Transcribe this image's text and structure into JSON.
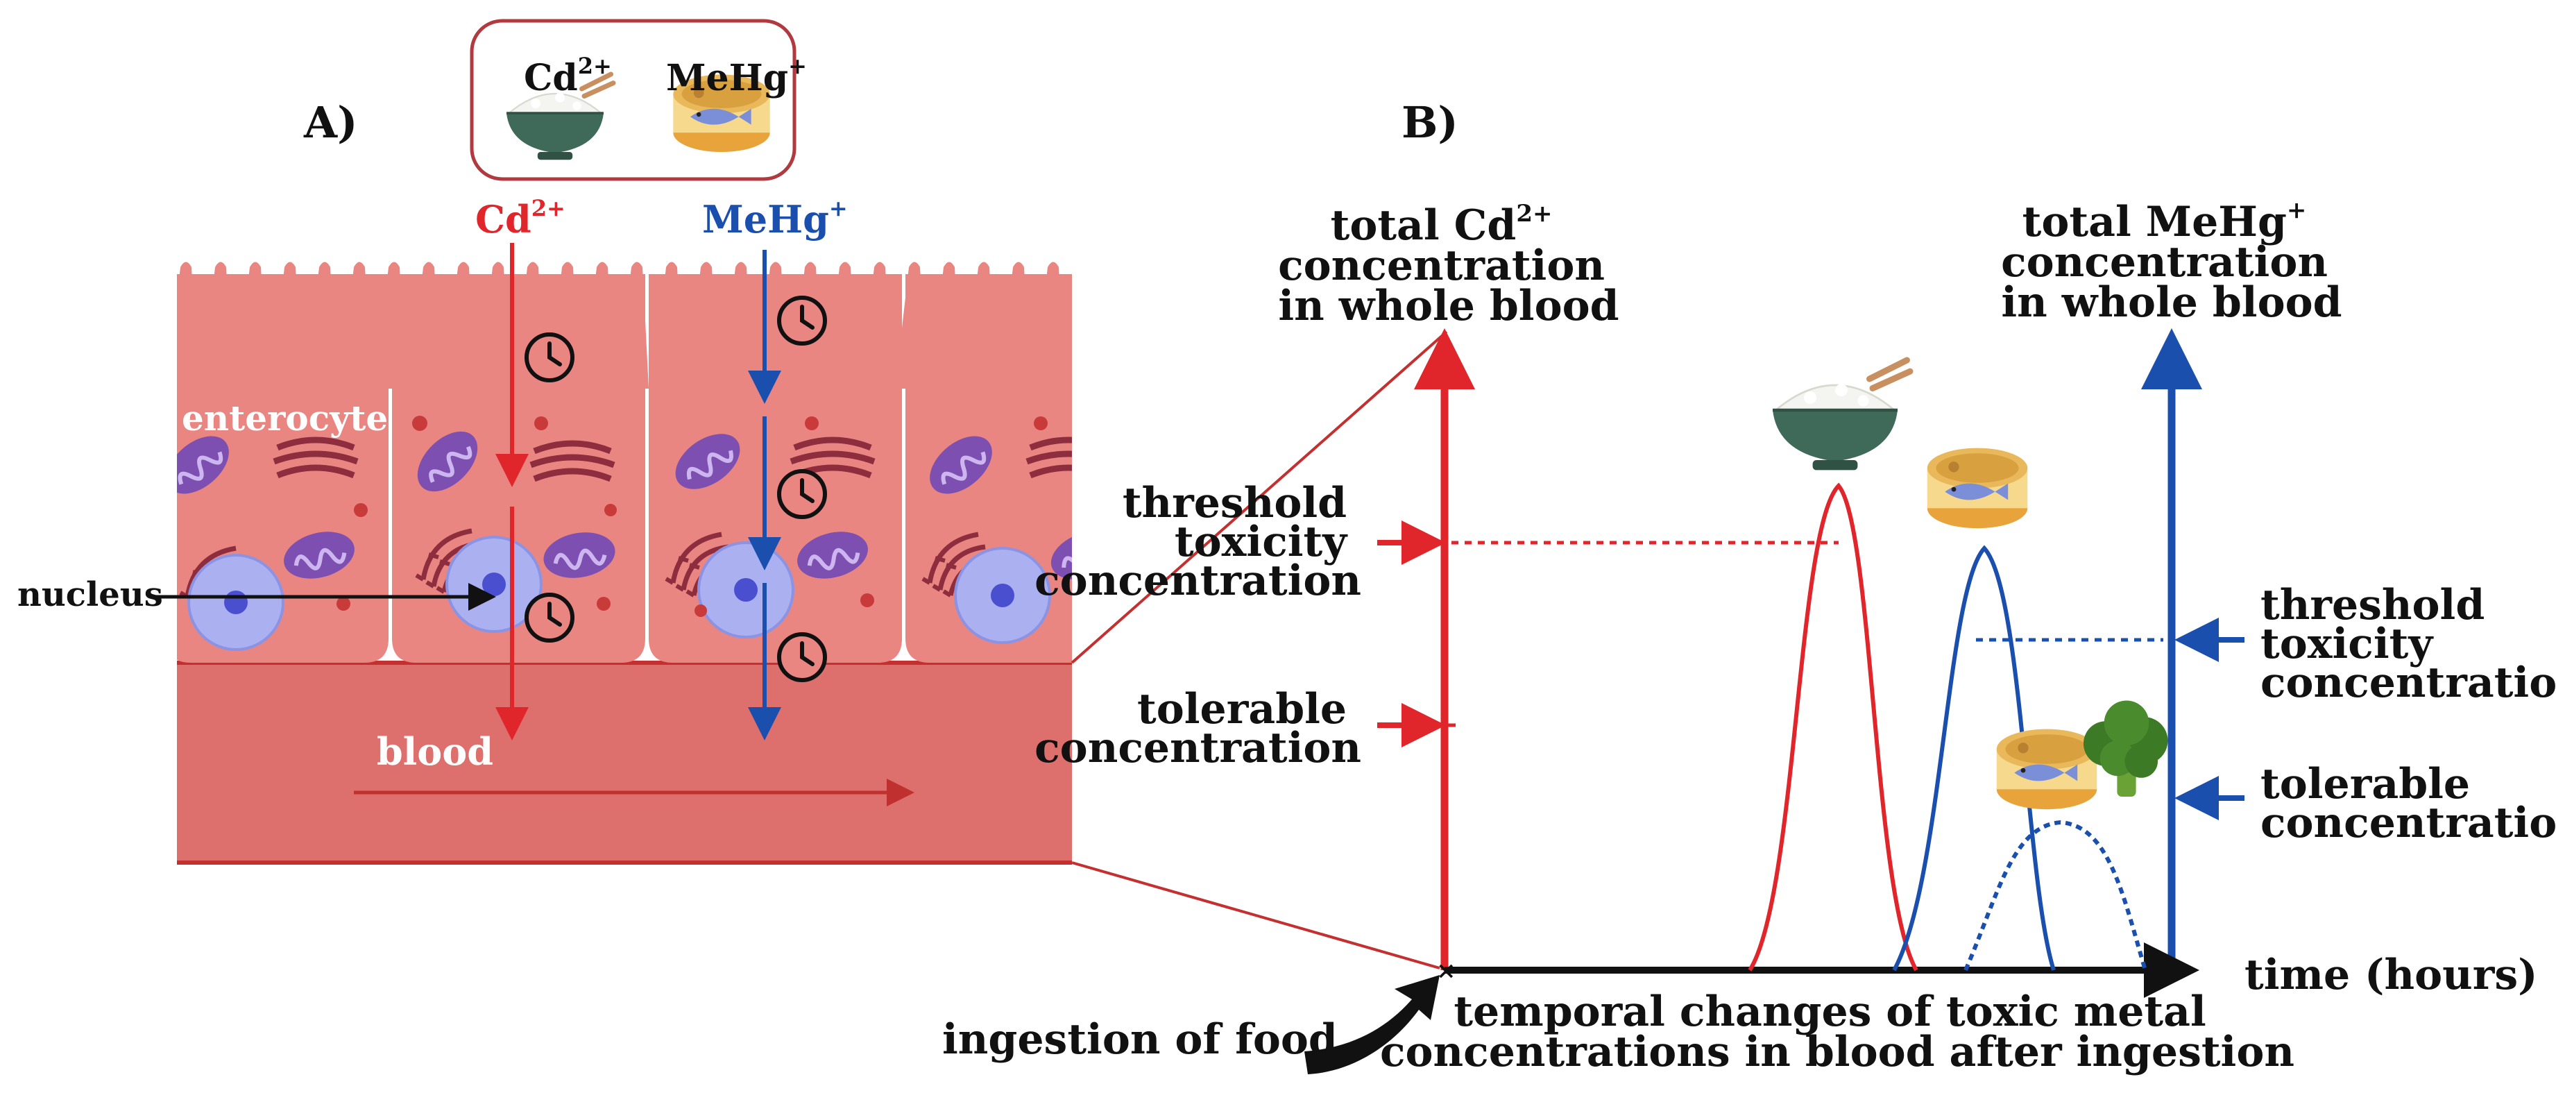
{
  "panel_a": {
    "label": "A)",
    "food_box": {
      "cd_title": "Cd",
      "cd_charge": "2+",
      "mehg_title": "MeHg",
      "mehg_charge": "+"
    },
    "cd_label": "Cd",
    "cd_charge": "2+",
    "mehg_label": "MeHg",
    "mehg_charge": "+",
    "enterocyte": "enterocyte",
    "nucleus": "nucleus",
    "blood": "blood"
  },
  "panel_b": {
    "label": "B)",
    "cd_axis_title": [
      "total Cd",
      "concentration",
      "in whole blood"
    ],
    "cd_axis_charge": "2+",
    "mehg_axis_title": [
      "total MeHg",
      "concentration",
      "in whole blood"
    ],
    "mehg_axis_charge": "+",
    "left_threshold": [
      "threshold",
      "toxicity",
      "concentration"
    ],
    "left_tolerable": [
      "tolerable",
      "concentration"
    ],
    "right_threshold": [
      "threshold",
      "toxicity",
      "concentration"
    ],
    "right_tolerable": [
      "tolerable",
      "concentration"
    ],
    "time_label": "time (hours)",
    "ingestion": "ingestion of food",
    "caption": [
      "temporal changes of toxic metal",
      "concentrations in blood after ingestion"
    ]
  },
  "colors": {
    "cd": "#e0262b",
    "mehg": "#1b4fae",
    "cell": "#ea8682",
    "blood": "#dd6f6c",
    "nucleus": "#aab0f0",
    "mito": "#7d4fb0"
  }
}
